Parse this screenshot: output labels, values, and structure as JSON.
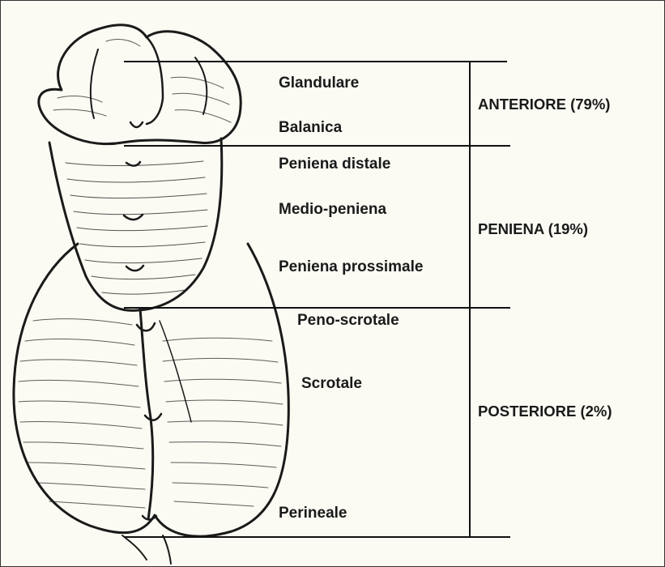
{
  "labels": {
    "glandulare": "Glandulare",
    "balanica": "Balanica",
    "peniena_distale": "Peniena distale",
    "medio_peniena": "Medio-peniena",
    "peniena_prossimale": "Peniena prossimale",
    "peno_scrotale": "Peno-scrotale",
    "scrotale": "Scrotale",
    "perineale": "Perineale"
  },
  "regions": {
    "anteriore": "ANTERIORE (79%)",
    "peniena": "PENIENA (19%)",
    "posteriore": "POSTERIORE (2%)"
  },
  "colors": {
    "paper": "#fbfaf3",
    "ink": "#111111"
  }
}
